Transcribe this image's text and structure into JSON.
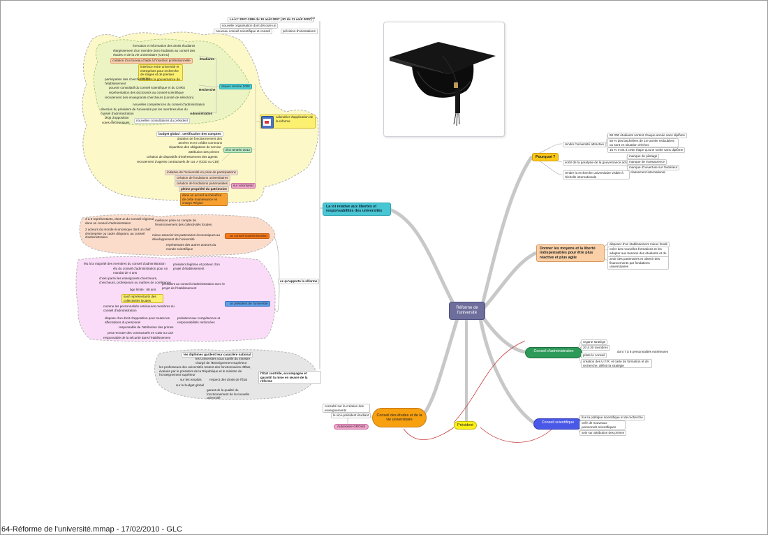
{
  "center": "Réforme de l'université",
  "footer": "64-Réforme de l'université.mmap - 17/02/2010 - GLC",
  "loi": {
    "title": "La loi relative aux libertés et responsabilités des universités",
    "ref": "Loi n° 2007-1199 du 10 août 2007 (JO du 11 août 2007)",
    "ref_sub1": "nouvelle organisation dont découle un",
    "ref_sub2": "nouveau conseil scientifique et conseil",
    "ref_sub2b": "précision d'orientations",
    "calendar": "calendrier d'application de la réforme",
    "depuis": "depuis rentrée 2008",
    "etudiants": "Étudiants",
    "etu_items": [
      "formation et information des droits étudiants",
      "création d'un bureau d'aide à l'insertion professionnelle",
      "interface entre université et entreprises pour recherche de stages et de premier emploi"
    ],
    "etu_item0b": "élargissement d'un membre dont étudiants au conseil des études et de la vie universitaire (CEVU)",
    "recherche": "Recherche",
    "rech_items": [
      "participation des chercheurs dans la gouvernance de l'établissement",
      "pouvoir consultatif du conseil scientifique et du CNRS",
      "représentation des doctorants au conseil scientifique",
      "recrutement des enseignants-chercheurs (comité de sélection)"
    ],
    "admin": "Administration",
    "admin_items": [
      "nouvelles compétences du conseil d'administration",
      "direction du président de l'université par les membres élus du conseil d'administration",
      "droit d'opposition",
      "votes électroniques",
      "nouvelles consultations du président"
    ],
    "aout2012": "d'ici rentrée 2012",
    "budget": "budget global : certification des comptes",
    "budget_items": [
      "dotation de fonctionnement des années et en crédits communs",
      "répartition des obligations de service",
      "attribution des primes",
      "création de dispositifs d'intéressement des agents",
      "recrutement d'agents contractuels de cat. A (CDD ou CDI)"
    ],
    "volontaire": "sur volontariat",
    "vol_items": [
      "initiative de l'Université en prise de participations",
      "création de fondations universitaires",
      "création de fondations partenariales",
      "pleine propriété du patrimoine"
    ],
    "vol_note": "dans un accord au bénéfice de cette maintenance en charge Région",
    "ca_title": "un conseil d'administration",
    "ca_items": [
      "3 à 5 représentants, dont un du Conseil régional, dans un conseil d'administration",
      "2 acteurs du monde économique dont un chef d'entreprise ou cadre dirigeant, au conseil d'administration",
      "représentant des autres acteurs du monde scientifique"
    ],
    "ca_items_r": [
      "meilleure prise en compte de l'environnement des collectivités locales",
      "mieux associer les partenaires économiques au développement de l'université"
    ],
    "ce_apporte": "ce qu'apporte la réforme",
    "pres_title": "un président de l'université",
    "pres_items": [
      "élu à la majorité des membres du conseil d'administration",
      "choisi parmi les enseignants-chercheurs, chercheurs, professeurs ou maîtres de conférence",
      "âge limite : 68 ans",
      "sauf représentants des collectivités locales",
      "nomme les personnalités extérieures membres du conseil d'administration",
      "dispose d'un droit d'opposition pour toutes les affectations du personnel",
      "responsable de l'attribution des primes",
      "peut recruter des contractuels en CDD ou CDI",
      "responsable de la sécurité dans l'établissement"
    ],
    "pres_items_r": [
      "président légitime et porteur d'un projet d'établissement",
      "élu du conseil d'administration pour un mandat de 4 ans",
      "président au conseil d'administration avec le projet de l'établissement",
      "président aux compétences et responsabilités renforcées"
    ],
    "etat_title": "l'État contrôle, accompagne et garantit la mise en œuvre de la réforme",
    "etat_items": [
      "les diplômes gardent leur caractère national",
      "les Universités sous tutelle du ministre chargé de l'Enseignement supérieur",
      "les professeurs des universités restent des fonctionnaires d'État, évalués par le président de la République et le ministre de l'Enseignement supérieur",
      "sur les emplois",
      "sur le budget global",
      "respect des droits de l'État",
      "garant de la qualité du fonctionnement de la nouvelle université"
    ]
  },
  "pourquoi": {
    "title": "Pourquoi ?",
    "sub1": "rendre l'université attractive",
    "sub1_items": [
      "90 000 étudiants sortent chaque année sans diplôme",
      "50 % des bacheliers de 1re année redoublent ou sont en situation d'échec",
      "15 % n'ont à cette étape qu'une sortie sans diplôme"
    ],
    "sub2": "sortir de la paralysie de la gouvernance actuelle",
    "sub2_items": [
      "manque de pilotage",
      "manque de transparence",
      "manque d'ouverture sur l'extérieur"
    ],
    "sub3": "rendre la recherche universitaire visible à l'échelle internationale",
    "sub3_note": "classement international"
  },
  "moyens": {
    "title": "Donner les moyens et la liberté indispensables pour être plus réactive et plus agile",
    "items": [
      "disposer d'un établissement mieux fondé",
      "créer des nouvelles formations et les adapter aux besoins des étudiants et du marché",
      "avoir des partenaires et obtenir des financements par fondations universitaires"
    ]
  },
  "ca": {
    "title": "Conseil d'administration",
    "items": [
      "organe stratège",
      "20 à 30 membres",
      "dont 7 à 8 personnalités extérieures",
      "pilote le conseil",
      "création des U.F.R. et carte de formation et de recherche, définit la stratégie"
    ]
  },
  "cs": {
    "title": "Conseil scientifique",
    "items": [
      "fixe la politique scientifique et de recherche",
      "créé de nouveaux personnels scientifiques",
      "avis sur attribution des primes"
    ]
  },
  "president": "Président",
  "cevu": {
    "title": "Conseil des études et de la vie universitaire",
    "items": [
      "consulté sur la création des enseignements",
      "le vice-président étudiant"
    ],
    "note": "Autonomie GROUS"
  }
}
